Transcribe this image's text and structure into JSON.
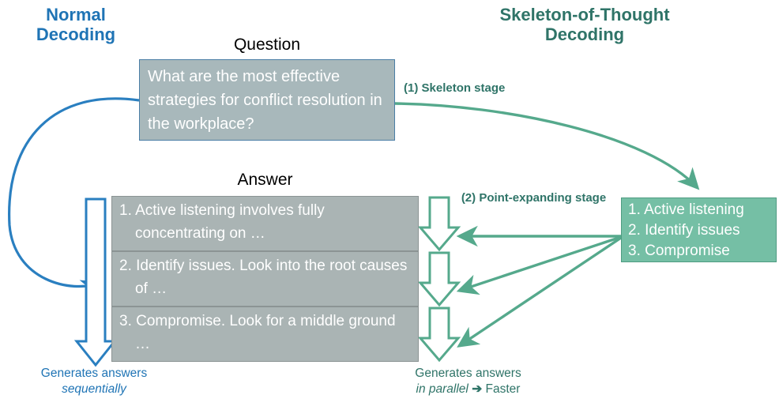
{
  "headers": {
    "left": "Normal\nDecoding",
    "right": "Skeleton-of-Thought\nDecoding",
    "left_color": "#1f74b5",
    "right_color": "#2f7468"
  },
  "captions": {
    "question": "Question",
    "answer": "Answer"
  },
  "question_box": {
    "text": "What are the most effective strategies for conflict resolution in the workplace?",
    "fill": "#a8b8bb",
    "border": "#4b7ea6",
    "text_color": "#ffffff"
  },
  "answer_boxes": {
    "fill": "#aab4b4",
    "border": "#8c9494",
    "text_color": "#ffffff",
    "items": [
      {
        "index": "1.",
        "text": "1. Active listening involves fully concentrating on …"
      },
      {
        "index": "2.",
        "text": "2. Identify issues. Look into the root causes of …"
      },
      {
        "index": "3.",
        "text": "3. Compromise. Look for a middle ground …"
      }
    ]
  },
  "skeleton_box": {
    "fill": "#75bfa5",
    "border": "#4f9c82",
    "text_color": "#ffffff",
    "lines": [
      "1. Active listening",
      "2. Identify issues",
      "3. Compromise"
    ]
  },
  "stage_labels": {
    "stage1": "(1) Skeleton stage",
    "stage2": "(2) Point-expanding stage"
  },
  "bottom_captions": {
    "left_line1": "Generates answers",
    "left_line2": "sequentially",
    "right_line1": "Generates answers",
    "right_line2": "in parallel",
    "right_arrow": "➔",
    "right_line3": "Faster"
  },
  "colors": {
    "blue": "#2a7fc0",
    "green": "#55a98c",
    "dark_green": "#2f7468",
    "blue_text": "#1f74b5"
  }
}
